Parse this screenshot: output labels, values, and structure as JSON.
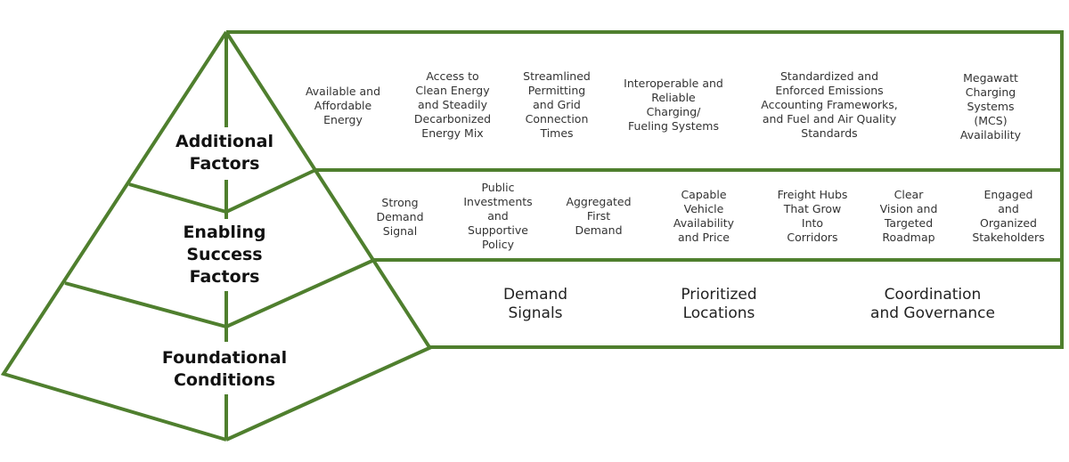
{
  "diagram": {
    "line_color": "#4f7f2e",
    "tiers": [
      {
        "name": "Additional Factors",
        "label": "Additional\nFactors",
        "items": [
          "Available and\nAffordable\nEnergy",
          "Access to\nClean Energy\nand Steadily\nDecarbonized\nEnergy Mix",
          "Streamlined\nPermitting\nand Grid\nConnection\nTimes",
          "Interoperable and\nReliable\nCharging/\nFueling Systems",
          "Standardized and\nEnforced Emissions\nAccounting Frameworks,\nand Fuel and Air Quality\nStandards",
          "Megawatt Charging\nSystems (MCS)\nAvailability"
        ]
      },
      {
        "name": "Enabling Success Factors",
        "label": "Enabling\nSuccess\nFactors",
        "items": [
          "Strong\nDemand\nSignal",
          "Public\nInvestments\nand\nSupportive\nPolicy",
          "Aggregated\nFirst\nDemand",
          "Capable\nVehicle\nAvailability\nand Price",
          "Freight Hubs\nThat Grow\nInto\nCorridors",
          "Clear\nVision and\nTargeted\nRoadmap",
          "Engaged and\nOrganized\nStakeholders"
        ]
      },
      {
        "name": "Foundational Conditions",
        "label": "Foundational\nConditions",
        "items": [
          "Demand\nSignals",
          "Prioritized\nLocations",
          "Coordination\nand Governance"
        ]
      }
    ]
  }
}
